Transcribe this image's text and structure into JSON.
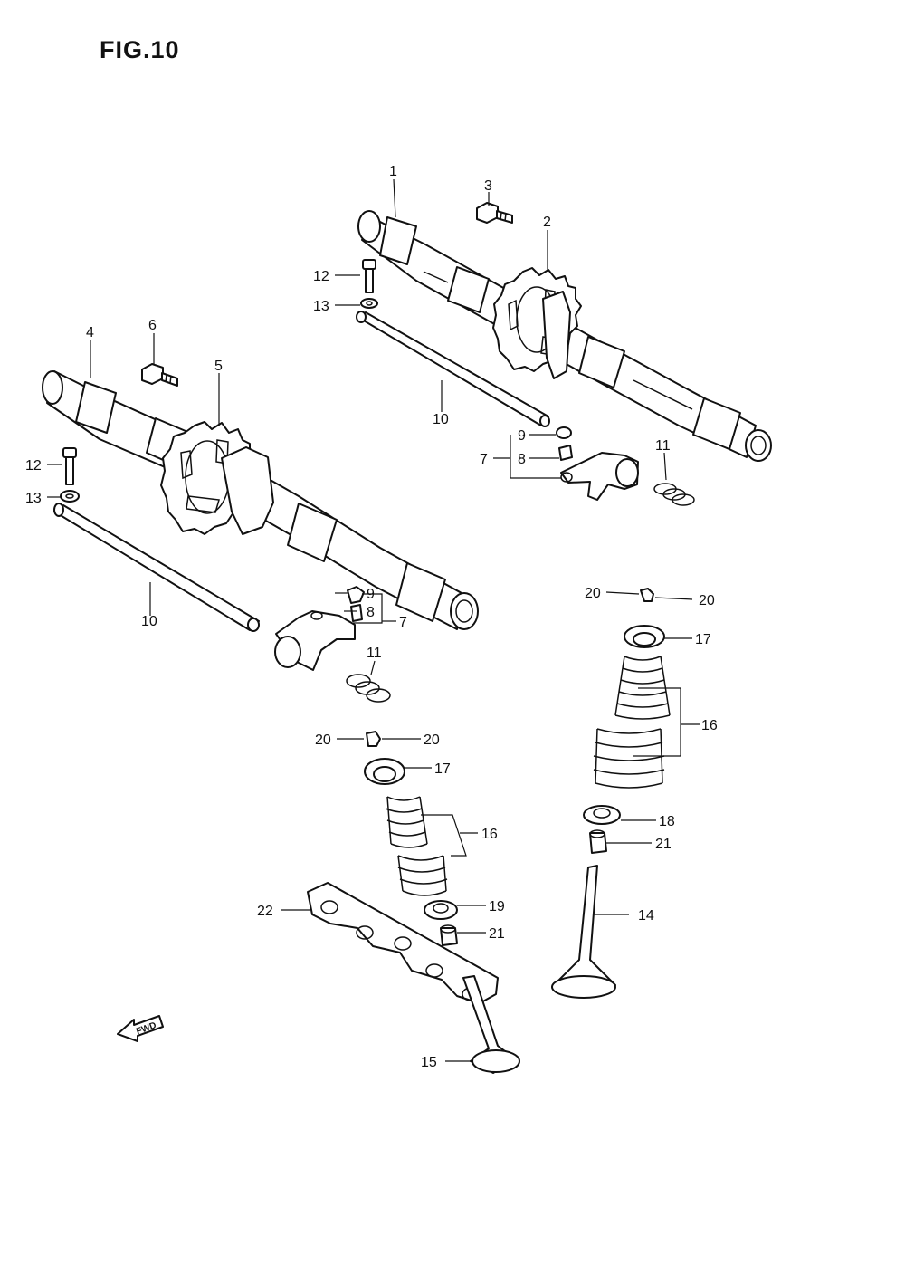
{
  "figure": {
    "title": "FIG.10"
  },
  "fwd_marker": {
    "text": "FWD",
    "icon": "forward-arrow-icon"
  },
  "callouts": [
    {
      "id": "c1",
      "text": "1"
    },
    {
      "id": "c2",
      "text": "2"
    },
    {
      "id": "c3",
      "text": "3"
    },
    {
      "id": "c4",
      "text": "4"
    },
    {
      "id": "c5",
      "text": "5"
    },
    {
      "id": "c6",
      "text": "6"
    },
    {
      "id": "c7a",
      "text": "7"
    },
    {
      "id": "c7b",
      "text": "7"
    },
    {
      "id": "c8a",
      "text": "8"
    },
    {
      "id": "c8b",
      "text": "8"
    },
    {
      "id": "c9a",
      "text": "9"
    },
    {
      "id": "c9b",
      "text": "9"
    },
    {
      "id": "c10a",
      "text": "10"
    },
    {
      "id": "c10b",
      "text": "10"
    },
    {
      "id": "c11a",
      "text": "11"
    },
    {
      "id": "c11b",
      "text": "11"
    },
    {
      "id": "c12a",
      "text": "12"
    },
    {
      "id": "c12b",
      "text": "12"
    },
    {
      "id": "c13a",
      "text": "13"
    },
    {
      "id": "c13b",
      "text": "13"
    },
    {
      "id": "c14",
      "text": "14"
    },
    {
      "id": "c15",
      "text": "15"
    },
    {
      "id": "c16a",
      "text": "16"
    },
    {
      "id": "c16b",
      "text": "16"
    },
    {
      "id": "c17a",
      "text": "17"
    },
    {
      "id": "c17b",
      "text": "17"
    },
    {
      "id": "c18",
      "text": "18"
    },
    {
      "id": "c19",
      "text": "19"
    },
    {
      "id": "c20a",
      "text": "20"
    },
    {
      "id": "c20b",
      "text": "20"
    },
    {
      "id": "c20c",
      "text": "20"
    },
    {
      "id": "c20d",
      "text": "20"
    },
    {
      "id": "c21a",
      "text": "21"
    },
    {
      "id": "c21b",
      "text": "21"
    },
    {
      "id": "c22",
      "text": "22"
    }
  ]
}
